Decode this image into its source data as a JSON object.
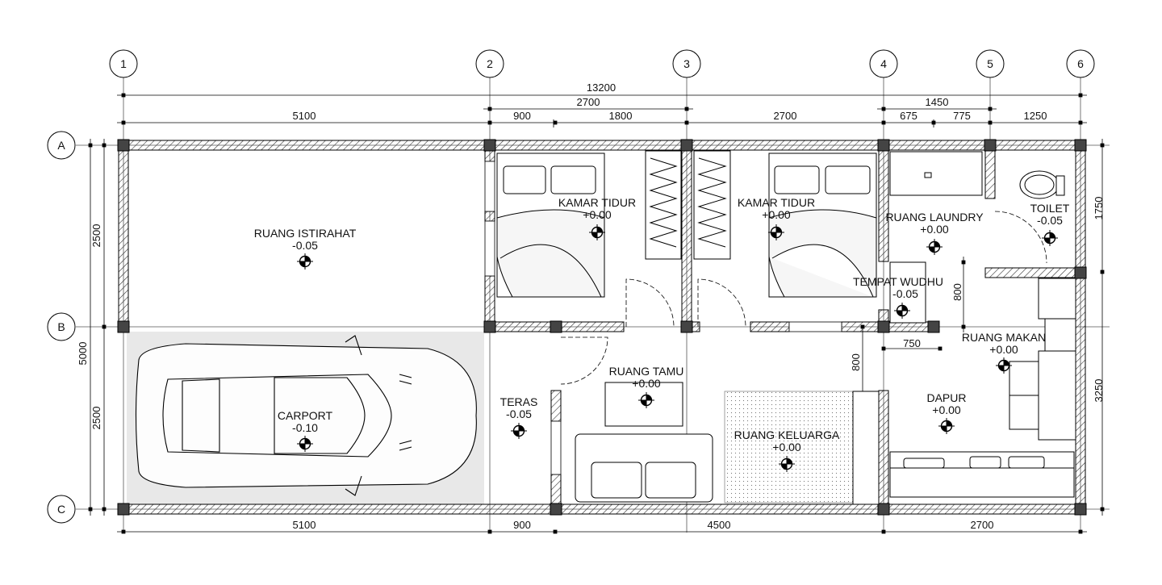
{
  "grid": {
    "columns": [
      "1",
      "2",
      "3",
      "4",
      "5",
      "6"
    ],
    "rows": [
      "A",
      "B",
      "C"
    ]
  },
  "dims": {
    "top_total": "13200",
    "top_mid_2700": "2700",
    "top_mid_1450": "1450",
    "top_row": [
      "5100",
      "900",
      "1800",
      "2700",
      "675",
      "775",
      "1250"
    ],
    "bottom_row": [
      "5100",
      "900",
      "4500",
      "2700"
    ],
    "left_total": "5000",
    "left_a": "2500",
    "left_b": "2500",
    "right_a": "1750",
    "right_b": "3250",
    "wudhu_800": "800",
    "dapur_800": "800",
    "dapur_750": "750"
  },
  "rooms": {
    "istirahat": {
      "name": "RUANG ISTIRAHAT",
      "level": "-0.05"
    },
    "kamar1": {
      "name": "KAMAR TIDUR",
      "level": "+0.00"
    },
    "kamar2": {
      "name": "KAMAR TIDUR",
      "level": "+0.00"
    },
    "laundry": {
      "name": "RUANG LAUNDRY",
      "level": "+0.00"
    },
    "toilet": {
      "name": "TOILET",
      "level": "-0.05"
    },
    "wudhu": {
      "name": "TEMPAT WUDHU",
      "level": "-0.05"
    },
    "carport": {
      "name": "CARPORT",
      "level": "-0.10"
    },
    "teras": {
      "name": "TERAS",
      "level": "-0.05"
    },
    "tamu": {
      "name": "RUANG TAMU",
      "level": "+0.00"
    },
    "keluarga": {
      "name": "RUANG KELUARGA",
      "level": "+0.00"
    },
    "makan": {
      "name": "RUANG MAKAN",
      "level": "+0.00"
    },
    "dapur": {
      "name": "DAPUR",
      "level": "+0.00"
    }
  }
}
